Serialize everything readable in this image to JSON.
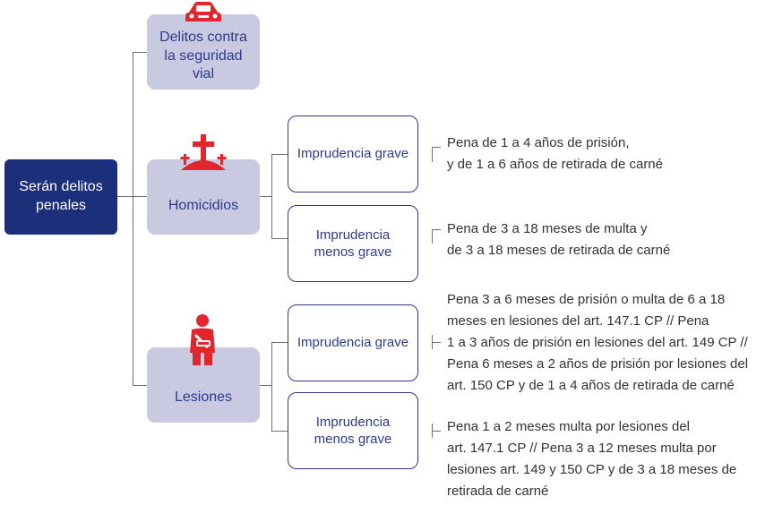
{
  "root": {
    "label": "Serán delitos penales"
  },
  "categories": [
    {
      "label": "Delitos contra la seguridad vial",
      "icon": "car-icon"
    },
    {
      "label": "Homicidios",
      "icon": "graves-icon"
    },
    {
      "label": "Lesiones",
      "icon": "injured-person-icon"
    }
  ],
  "homicidios": {
    "grave": {
      "label": "Imprudencia grave",
      "penalty": [
        "Pena de 1 a 4 años de prisión,",
        "y de 1 a 6 años de retirada de carné"
      ]
    },
    "menos_grave": {
      "label": [
        "Imprudencia",
        "menos grave"
      ],
      "penalty": [
        "Pena de 3 a 18 meses de multa y",
        "de 3 a 18 meses de retirada de carné"
      ]
    }
  },
  "lesiones": {
    "grave": {
      "label": "Imprudencia grave",
      "penalty": [
        "Pena 3 a 6 meses de prisión o multa de 6 a 18",
        "meses en lesiones del art. 147.1 CP // Pena",
        "1 a 3 años de prisión en lesiones del art. 149 CP //",
        "Pena 6 meses a 2 años de prisión por lesiones del",
        "art. 150 CP y de 1 a 4 años de retirada de carné"
      ]
    },
    "menos_grave": {
      "label": [
        "Imprudencia",
        "menos grave"
      ],
      "penalty": [
        "Pena 1 a 2 meses multa por lesiones del",
        "art. 147.1 CP // Pena 3 a 12 meses multa por",
        "lesiones art. 149 y 150 CP y de 3 a 18 meses de",
        "retirada de carné"
      ]
    }
  },
  "colors": {
    "root": "#1b2f7a",
    "category": "#c9c9e2",
    "accent": "#2d3b8c",
    "icon": "#e3262b"
  }
}
